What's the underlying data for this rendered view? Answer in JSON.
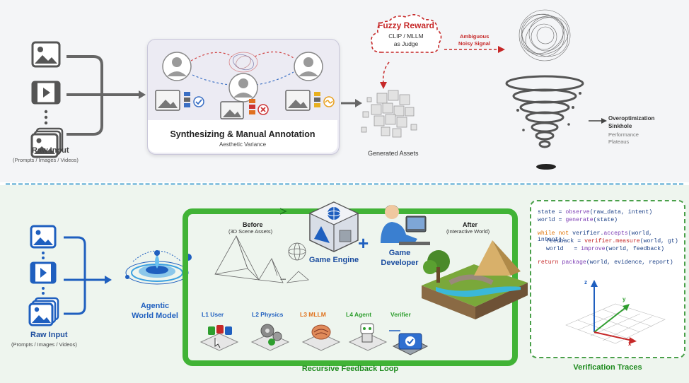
{
  "top": {
    "raw_input": {
      "title": "Raw Input",
      "subtitle": "(Prompts / Images / Videos)"
    },
    "annotation": {
      "title": "Synthesizing & Manual Annotation",
      "subtitle": "Aesthetic Variance"
    },
    "fuzzy_reward": {
      "title": "Fuzzy Reward",
      "line1": "CLIP / MLLM",
      "line2": "as Judge"
    },
    "ambiguous": {
      "line1": "Ambiguous",
      "line2": "Noisy Signal"
    },
    "generated_assets": "Generated Assets",
    "sinkhole": {
      "title1": "Overoptimization",
      "title2": "Sinkhole",
      "sub1": "Performance",
      "sub2": "Plateaus"
    }
  },
  "bottom": {
    "raw_input": {
      "title": "Raw Input",
      "subtitle": "(Prompts / Images / Videos)"
    },
    "agentic": {
      "line1": "Agentic",
      "line2": "World Model"
    },
    "before": {
      "title": "Before",
      "subtitle": "(3D Scene Assets)",
      "ellipsis": "..."
    },
    "game_engine": "Game Engine",
    "plus": "+",
    "game_developer": {
      "line1": "Game",
      "line2": "Developer"
    },
    "after": {
      "title": "After",
      "subtitle": "(Interactive World)"
    },
    "levels": [
      {
        "label": "L1 User",
        "color": "#1f5fbf"
      },
      {
        "label": "L2 Physics",
        "color": "#1f5fbf"
      },
      {
        "label": "L3 MLLM",
        "color": "#e0701a"
      },
      {
        "label": "L4 Agent",
        "color": "#2e9e2e"
      },
      {
        "label": "Verifier",
        "color": "#2e9e2e"
      }
    ],
    "loop_label": "Recursive Feedback Loop",
    "verification": {
      "title": "Verification Traces",
      "code": [
        [
          "state",
          "= ",
          "observe",
          "(raw_data, intent)"
        ],
        [
          "world",
          "= ",
          "generate",
          "(state)"
        ],
        [
          "while not",
          "verifier.",
          "accepts",
          "(world, intent):"
        ],
        [
          "feedback",
          "= ",
          "verifier.measure",
          "(world, gt)"
        ],
        [
          "world",
          "= ",
          "improve",
          "(world, feedback)"
        ],
        [
          "return",
          " ",
          "package",
          "(world, evidence, report)"
        ]
      ],
      "axes": {
        "x": "x",
        "y": "y",
        "z": "z"
      }
    }
  },
  "colors": {
    "green": "#41b336",
    "blue": "#1f5fbf",
    "red": "#c62828",
    "dark": "#2b2b2b"
  }
}
